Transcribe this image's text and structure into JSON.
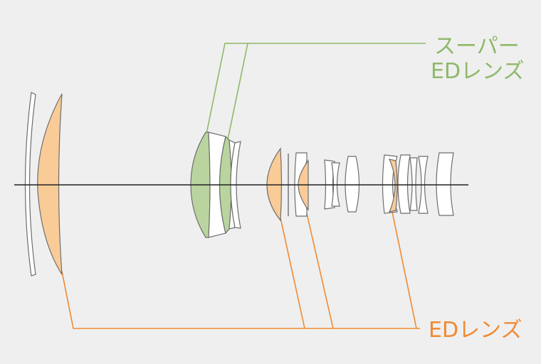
{
  "labels": {
    "super_ed_line1": "スーパー",
    "super_ed_line2": "EDレンズ",
    "ed": "EDレンズ"
  },
  "colors": {
    "background": "#efefef",
    "ed_fill": "#f9cb97",
    "ed_line": "#f08a32",
    "super_ed_fill": "#b9d49e",
    "super_ed_line": "#8fb86a",
    "lens_stroke": "#6e6e6e",
    "axis": "#222222"
  }
}
